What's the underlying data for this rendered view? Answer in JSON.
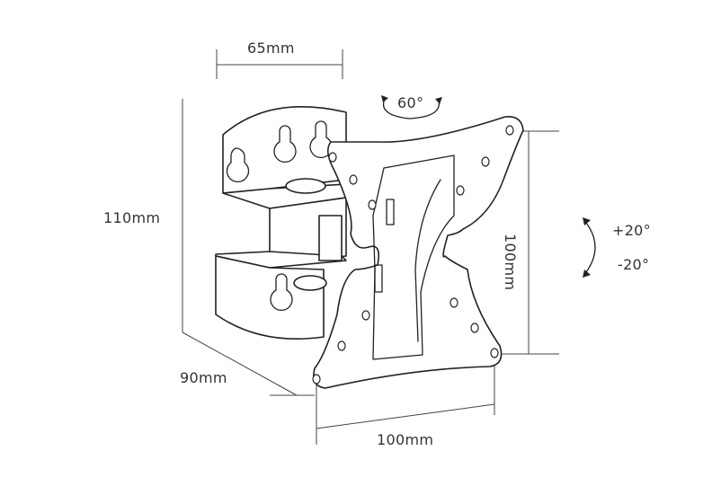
{
  "title": "TV wall mount bracket dimensions",
  "labels": {
    "width_bracket": "65mm",
    "swivel": "60°",
    "height_bracket": "110mm",
    "vesa_vertical": "100mm",
    "tilt_up": "+20°",
    "tilt_down": "-20°",
    "depth": "90mm",
    "vesa_horizontal": "100mm"
  }
}
